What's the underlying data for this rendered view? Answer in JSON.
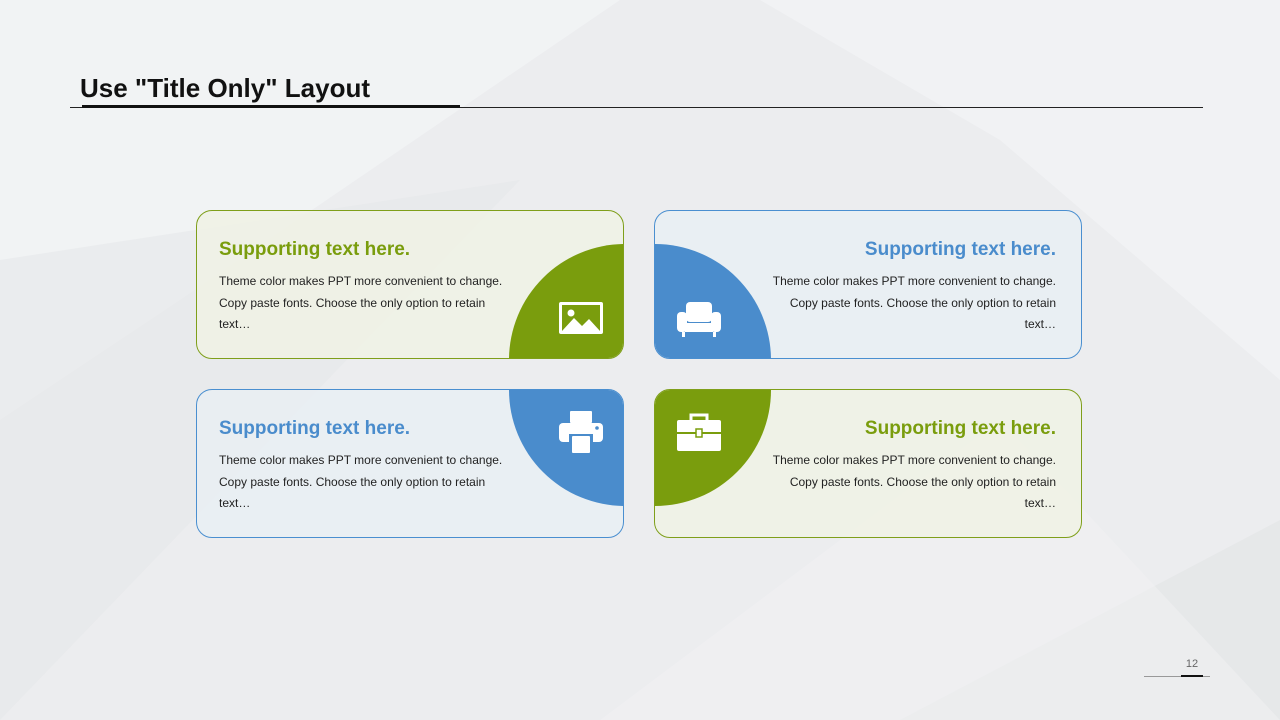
{
  "slide": {
    "title": "Use \"Title Only\" Layout",
    "page_number": "12"
  },
  "cards": [
    {
      "heading": "Supporting text here.",
      "body": "Theme color makes PPT more convenient to change. Copy paste  fonts. Choose the only option to retain text…",
      "accent": "#7a9d0d",
      "icon": "image-icon"
    },
    {
      "heading": "Supporting text here.",
      "body": "Theme color makes PPT more convenient to change. Copy paste  fonts. Choose the only option to retain text…",
      "accent": "#4a8ccc",
      "icon": "armchair-icon"
    },
    {
      "heading": "Supporting text here.",
      "body": "Theme color makes PPT more convenient to change. Copy paste  fonts. Choose the only option to retain text…",
      "accent": "#4a8ccc",
      "icon": "printer-icon"
    },
    {
      "heading": "Supporting text here.",
      "body": "Theme color makes PPT more convenient to change. Copy paste  fonts. Choose the only option to retain text…",
      "accent": "#7a9d0d",
      "icon": "briefcase-icon"
    }
  ],
  "colors": {
    "green": "#7a9d0d",
    "blue": "#4a8ccc",
    "background": "#ecedef"
  }
}
